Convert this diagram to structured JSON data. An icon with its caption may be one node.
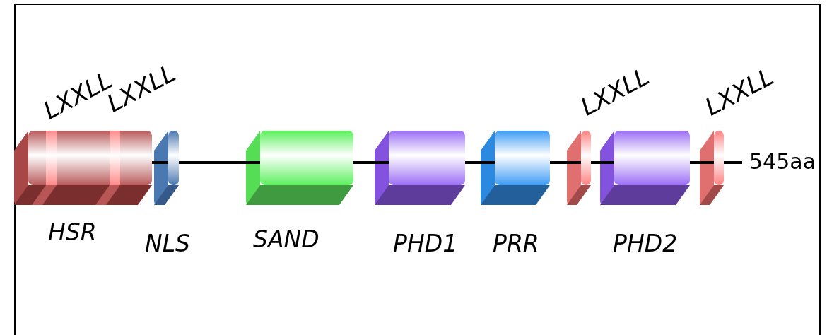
{
  "diagram": {
    "nodes": [
      {
        "text": [
          "HSR"
        ]
      },
      {
        "text": [
          "NLS"
        ]
      },
      {
        "text": [
          "SAND"
        ]
      },
      {
        "text": [
          "PHD1"
        ]
      },
      {
        "text": [
          "PRR"
        ]
      },
      {
        "text": [
          "LXXLL"
        ]
      },
      {
        "text": [
          "PHD2"
        ]
      },
      {
        "text": [
          "LXXLL"
        ]
      },
      {
        "text": [
          "545aa"
        ]
      }
    ],
    "edges": [
      {
        "from": 0,
        "to": 1,
        "arrow": "none"
      },
      {
        "from": 1,
        "to": 2,
        "arrow": "none"
      },
      {
        "from": 2,
        "to": 3,
        "arrow": "none"
      },
      {
        "from": 3,
        "to": 4,
        "arrow": "none"
      },
      {
        "from": 4,
        "to": 5,
        "arrow": "none"
      },
      {
        "from": 5,
        "to": 6,
        "arrow": "none"
      },
      {
        "from": 6,
        "to": 7,
        "arrow": "none"
      },
      {
        "from": 7,
        "to": 8,
        "arrow": "none"
      }
    ],
    "labels": [
      "LXXLL",
      "LXXLL"
    ]
  }
}
